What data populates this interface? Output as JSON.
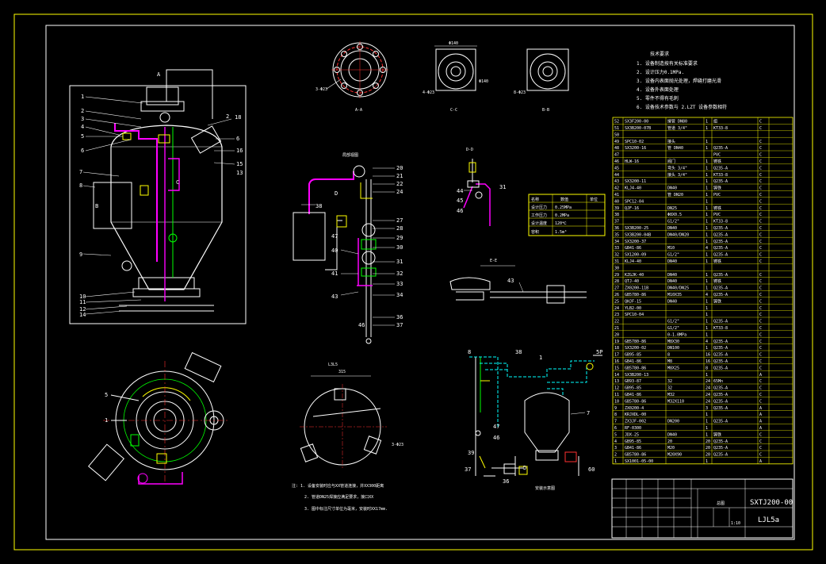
{
  "drawing": {
    "title_code": "SXTJ200-00",
    "title_name": "LJL5a",
    "scale": "1:10",
    "title_label": "总图"
  },
  "notes": {
    "title": "技术要求",
    "items": [
      "1. 设备制造按有关标准要求",
      "2. 设计压力0.1MPa.",
      "3. 设备内表面抛光处理，焊缝打磨光滑",
      "4. 设备外表面处理",
      "5. 零件不得有毛刺",
      "6. 设备技术参数与 2.LZT 设备参数相符"
    ]
  },
  "views": {
    "view_a": "A-A",
    "view_c": "C-C",
    "view_b": "B-B",
    "view_d": "D-D",
    "view_e": "E-E",
    "section_label": "L3L5",
    "dim_315": "315",
    "hole_label": "3-Φ23",
    "hole_label_2": "3-Φ23",
    "hole_label_3": "8-Φ23",
    "hole_label_4": "4-Φ23",
    "dim_d": "Φ140"
  },
  "params": {
    "headers": [
      "名称",
      "数值",
      "单位"
    ],
    "rows": [
      [
        "设计压力",
        "0.25MPa",
        ""
      ],
      [
        "工作压力",
        "0.2MPa",
        ""
      ],
      [
        "设计温度",
        "120℃",
        ""
      ],
      [
        "容积",
        "1.5m³",
        ""
      ]
    ]
  },
  "bottom_notes": [
    "注: 1. 设备安装时应与XX管道连接，并XX300距离",
    "2. 管道DN25焊接应满足要求，接口XX",
    "3. 图中标注尺寸单位为毫米，安装时XX17mm."
  ],
  "bom": [
    [
      "52",
      "SX3F200-00",
      "接管 DN80",
      "1",
      "组",
      "C"
    ],
    [
      "51",
      "SX3B200-07B",
      "管道 3/4\"",
      "1",
      "KT33-8",
      "C"
    ],
    [
      "50",
      "",
      "",
      "",
      "",
      ""
    ],
    [
      "49",
      "SPC10-02",
      "接头",
      "1",
      "",
      "C"
    ],
    [
      "48",
      "SX3200-16",
      "管 DN40",
      "1",
      "Q235-A",
      "C"
    ],
    [
      "47",
      "",
      "",
      "",
      "PVC",
      "C"
    ],
    [
      "46",
      "HLW-16",
      "阀门",
      "1",
      "铸铁",
      "C"
    ],
    [
      "45",
      "",
      "弯头 3/4\"",
      "1",
      "Q235-A",
      "C"
    ],
    [
      "44",
      "",
      "接头 3/4\"",
      "1",
      "KT33-8",
      "C"
    ],
    [
      "43",
      "SX3200-11",
      "",
      "1",
      "Q235-A",
      "C"
    ],
    [
      "42",
      "KLJ4-40",
      "DN40",
      "1",
      "铸铁",
      "C"
    ],
    [
      "41",
      "",
      "管 DN20",
      "1",
      "PVC",
      "C"
    ],
    [
      "40",
      "SPC12-04",
      "",
      "1",
      "",
      "C"
    ],
    [
      "39",
      "QJF-16",
      "DN25",
      "1",
      "铸铁",
      "C"
    ],
    [
      "38",
      "",
      "Φ8X0.5",
      "1",
      "PVC",
      "C"
    ],
    [
      "37",
      "",
      "G1/2\"",
      "1",
      "KT33-8",
      "C"
    ],
    [
      "36",
      "SX3B200-25",
      "DN40",
      "1",
      "Q235-A",
      "C"
    ],
    [
      "35",
      "SX3B200-04B",
      "DN40/DN20",
      "1",
      "Q235-A",
      "C"
    ],
    [
      "34",
      "SX3200-37",
      "",
      "1",
      "Q235-A",
      "C"
    ],
    [
      "33",
      "GB41-86",
      "M10",
      "4",
      "Q235-A",
      "C"
    ],
    [
      "32",
      "SX1200-09",
      "G1/2\"",
      "1",
      "Q235-A",
      "C"
    ],
    [
      "31",
      "KLJ4-40",
      "DN40",
      "1",
      "铸铁",
      "C"
    ],
    [
      "30",
      "",
      "",
      "",
      "",
      ""
    ],
    [
      "29",
      "KZGJK-40",
      "DN40",
      "1",
      "Q235-A",
      "C"
    ],
    [
      "28",
      "QTJ-40",
      "DN40",
      "1",
      "铸铁",
      "C"
    ],
    [
      "27",
      "ZX0200-11B",
      "DN40/DN25",
      "1",
      "Q235-A",
      "C"
    ],
    [
      "26",
      "GB5780-86",
      "M10X35",
      "4",
      "Q235-A",
      "C"
    ],
    [
      "25",
      "QHJF-15",
      "DN40",
      "1",
      "铸铁",
      "C"
    ],
    [
      "24",
      "YLB2-00",
      "",
      "1",
      "",
      "C"
    ],
    [
      "23",
      "SPC10-04",
      "",
      "1",
      "",
      "C"
    ],
    [
      "22",
      "",
      "G1/2\"",
      "1",
      "Q235-A",
      "C"
    ],
    [
      "21",
      "",
      "G1/2\"",
      "1",
      "KT33-8",
      "C"
    ],
    [
      "20",
      "",
      "0-1.0MPa",
      "1",
      "",
      "C"
    ],
    [
      "19",
      "GB5780-86",
      "M8X30",
      "4",
      "Q235-A",
      "C"
    ],
    [
      "18",
      "SX3200-02",
      "DN100",
      "1",
      "Q235-A",
      "C"
    ],
    [
      "17",
      "GB95-85",
      "8",
      "16",
      "Q235-A",
      "C"
    ],
    [
      "16",
      "GB41-86",
      "M8",
      "16",
      "Q235-A",
      "C"
    ],
    [
      "15",
      "GB5780-86",
      "M8X25",
      "8",
      "Q235-A",
      "C"
    ],
    [
      "14",
      "SX3B200-13",
      "",
      "1",
      "",
      "A"
    ],
    [
      "13",
      "GB93-87",
      "32",
      "24",
      "65Mn",
      "C"
    ],
    [
      "12",
      "GB95-85",
      "32",
      "24",
      "Q235-A",
      "C"
    ],
    [
      "11",
      "GB41-86",
      "M32",
      "24",
      "Q235-A",
      "C"
    ],
    [
      "10",
      "GB5780-86",
      "M32X110",
      "24",
      "Q235-A",
      "C"
    ],
    [
      "9",
      "ZX0200-4",
      "",
      "3",
      "Q235-A",
      "A"
    ],
    [
      "8",
      "KRJXDL-00",
      "",
      "1",
      "",
      "A"
    ],
    [
      "7",
      "ZX3JF-002",
      "DN200",
      "1",
      "Q235-A",
      "A"
    ],
    [
      "6",
      "RF-0300",
      "",
      "1",
      "",
      "A"
    ],
    [
      "5",
      "JDX-25",
      "DN40",
      "1",
      "铸铁",
      "C"
    ],
    [
      "4",
      "GB95-85",
      "20",
      "20",
      "Q235-A",
      "C"
    ],
    [
      "3",
      "GB41-86",
      "M20",
      "20",
      "Q235-A",
      "C"
    ],
    [
      "2",
      "GB5780-86",
      "M20X90",
      "20",
      "Q235-A",
      "C"
    ],
    [
      "1",
      "SX1001-05-00",
      "",
      "1",
      "",
      "A"
    ]
  ],
  "colors": {
    "line": "#ffffff",
    "accent_yellow": "#ffff00",
    "accent_green": "#00ff00",
    "accent_magenta": "#ff00ff",
    "accent_cyan": "#00ffff",
    "accent_red": "#ff3030"
  }
}
